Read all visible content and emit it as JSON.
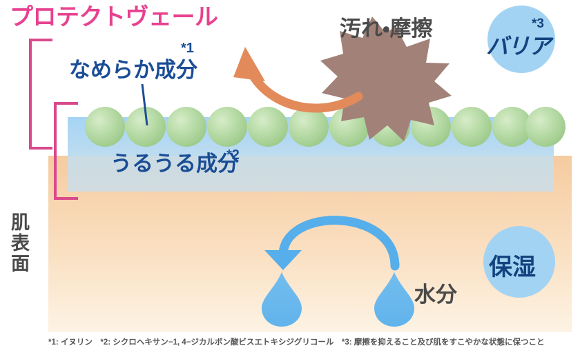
{
  "diagram": {
    "title": "プロテクトヴェール",
    "labels": {
      "smooth_ingredient": "なめらか成分",
      "smooth_ingredient_note": "*1",
      "moist_ingredient": "うるうる成分",
      "moist_ingredient_note": "*2",
      "dirt_friction": "汚れ・摩擦",
      "water": "水分",
      "skin_surface": "肌表面"
    },
    "badges": [
      {
        "name": "barrier",
        "text": "バリア",
        "note": "*3",
        "color": "#a3d3f2",
        "text_color": "#12437f"
      },
      {
        "name": "moisture",
        "text": "保湿",
        "note": "",
        "color": "#a3d3f2",
        "text_color": "#12437f"
      }
    ],
    "footnote": "*1: イヌリン　*2: シクロヘキサン−1, 4−ジカルボン酸ビスエトキシジグリコール　*3: 摩擦を抑えること及び肌をすこやかな状態に保つこと",
    "colors": {
      "title_pink": "#e8418f",
      "bracket_pink": "#d9498c",
      "blue_text": "#1b4d96",
      "grey_text": "#4a4a4a",
      "veil_blue": "#a9d6f2",
      "skin_orange": "#f5cda0",
      "sphere_green": "#aed49c",
      "dirt_brown": "#a08076",
      "orange_arrow": "#e28a5a",
      "blue_arrow": "#56aeea"
    },
    "counts": {
      "spheres": 12,
      "droplets": 2
    }
  }
}
